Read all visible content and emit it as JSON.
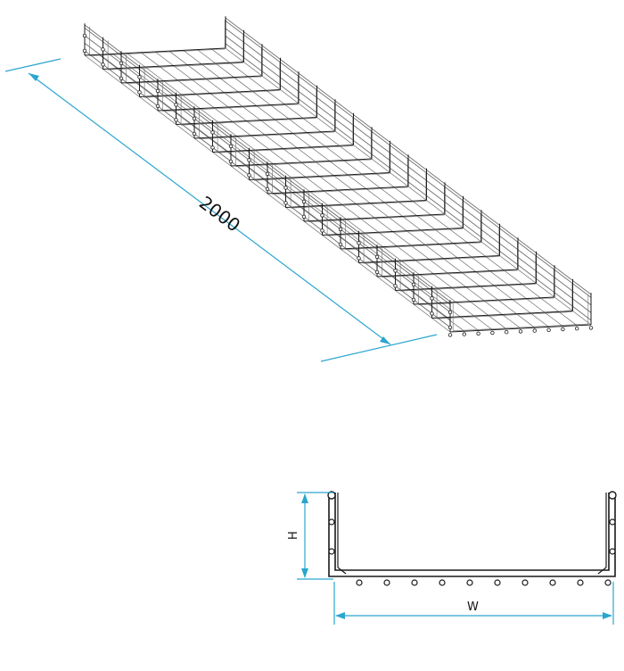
{
  "colors": {
    "dimension": "#2aa6cf",
    "wire": "#1a1a1a",
    "wire_light": "#6e6e6e",
    "background": "#ffffff"
  },
  "iso_view": {
    "length_label": "2000"
  },
  "section_view": {
    "height_label": "H",
    "width_label": "W"
  }
}
